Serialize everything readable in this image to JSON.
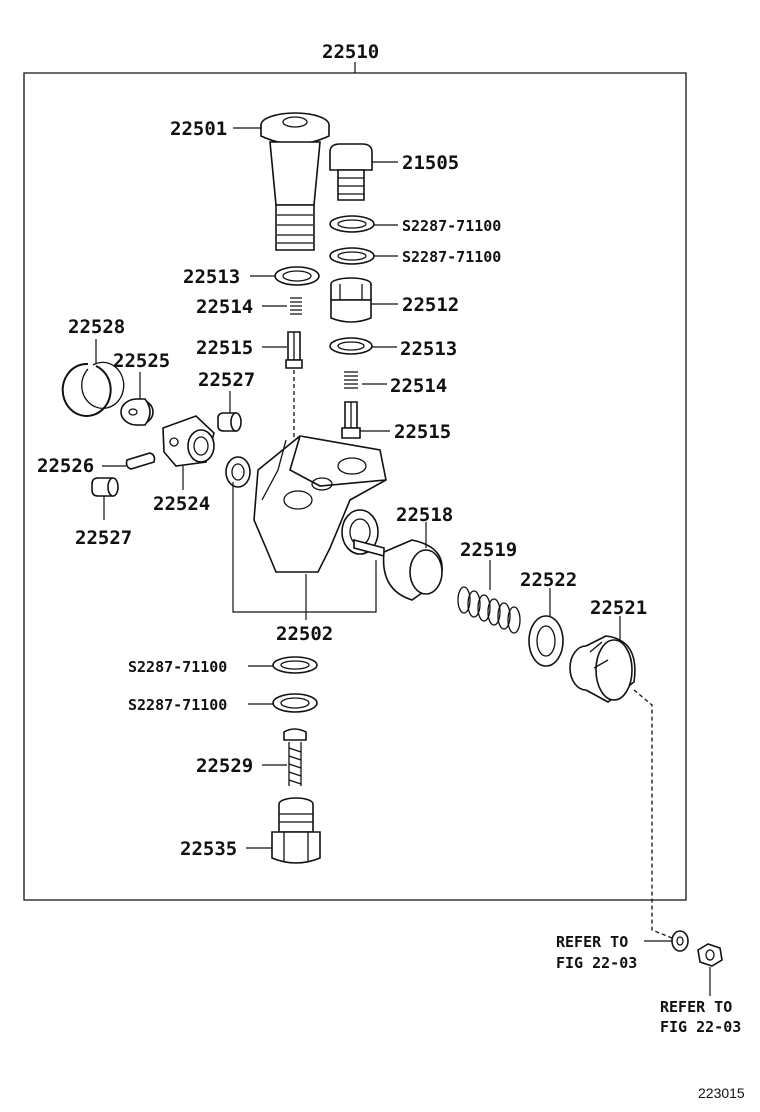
{
  "assembly_label": "22510",
  "labels": {
    "p22501": "22501",
    "p21505": "21505",
    "s1": "S2287-71100",
    "s2": "S2287-71100",
    "p22513a": "22513",
    "p22512": "22512",
    "p22514a": "22514",
    "p22528": "22528",
    "p22515a": "22515",
    "p22513b": "22513",
    "p22525": "22525",
    "p22527a": "22527",
    "p22514b": "22514",
    "p22515b": "22515",
    "p22526": "22526",
    "p22524": "22524",
    "p22518": "22518",
    "p22527b": "22527",
    "p22519": "22519",
    "p22522": "22522",
    "p22521": "22521",
    "p22502": "22502",
    "s3": "S2287-71100",
    "s4": "S2287-71100",
    "p22529": "22529",
    "p22535": "22535"
  },
  "refer1": {
    "line1": "REFER TO",
    "line2": "FIG 22-03"
  },
  "refer2": {
    "line1": "REFER TO",
    "line2": "FIG 22-03"
  },
  "figure_id": "223015"
}
